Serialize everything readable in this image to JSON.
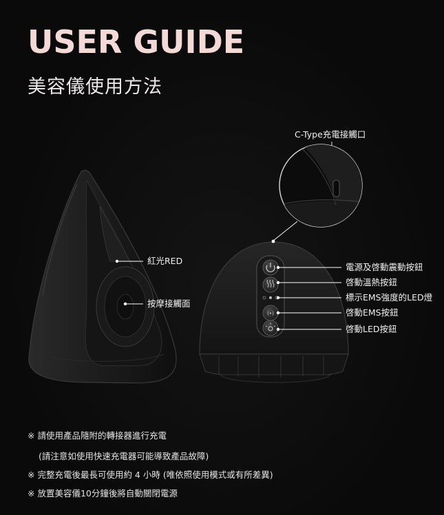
{
  "title": "USER GUIDE",
  "subtitle": "美容儀使用方法",
  "labels": {
    "ctype_port": "C-Type充電接觸口",
    "red_light": "紅光RED",
    "massage_surface": "按摩接觸面",
    "power_button": "電源及啓動震動按鈕",
    "warm_button": "啓動溫熱按鈕",
    "ems_led_indicator": "標示EMS強度的LED燈",
    "ems_button": "啓動EMS按鈕",
    "led_button": "啓動LED按鈕"
  },
  "notes": [
    "※ 請使用產品隨附的轉接器進行充電",
    "(請注意如使用快速充電器可能導致產品故障)",
    "※ 完整充電後最長可使用約 4 小時 (唯依照使用模式或有所差異)",
    "※ 放置美容儀10分鐘後將自動關閉電源"
  ],
  "colors": {
    "title": "#f3dad6",
    "background": "#0a0a0a",
    "line": "#ffffff"
  }
}
